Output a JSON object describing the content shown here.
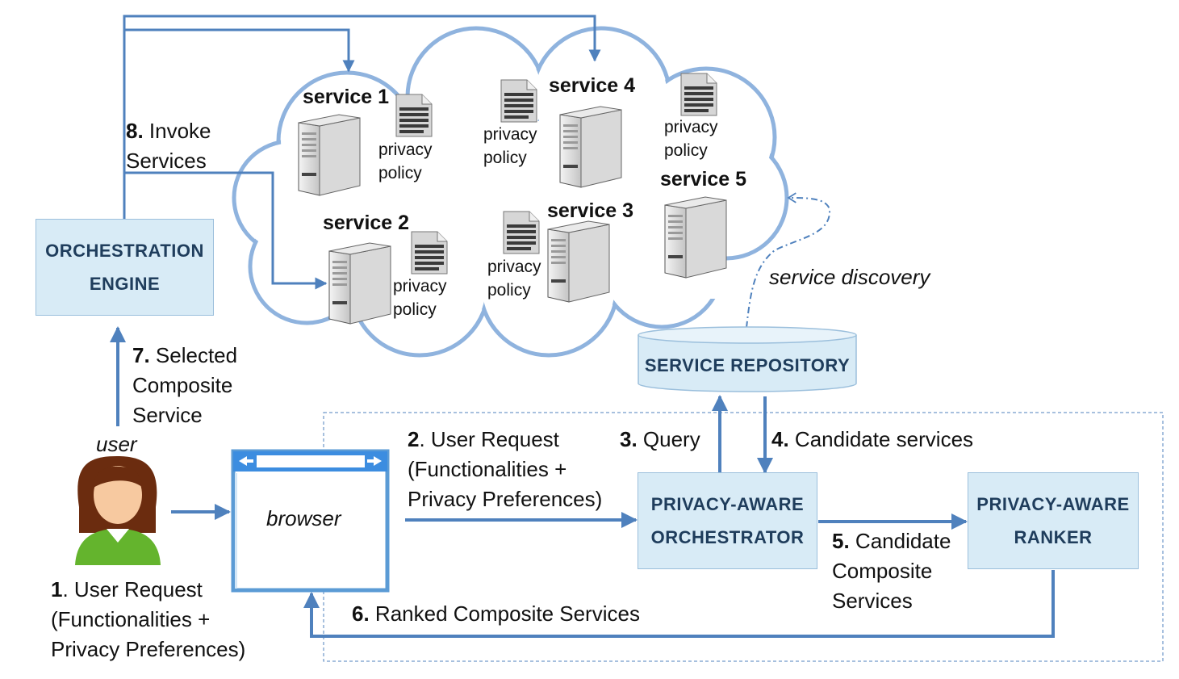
{
  "orchestration_engine": {
    "l1": "Orchestration",
    "l2": "Engine"
  },
  "service_repository": {
    "label": "Service Repository"
  },
  "orchestrator": {
    "l1": "Privacy-Aware",
    "l2": "Orchestrator"
  },
  "ranker": {
    "l1": "Privacy-Aware",
    "l2": "Ranker"
  },
  "browser": {
    "label": "browser"
  },
  "user": {
    "label": "user"
  },
  "services": [
    {
      "name": "service 1",
      "policy1": "privacy",
      "policy2": "policy"
    },
    {
      "name": "service 2",
      "policy1": "privacy",
      "policy2": "policy"
    },
    {
      "name": "service 3",
      "policy1": "privacy",
      "policy2": "policy"
    },
    {
      "name": "service 4",
      "policy1": "privacy",
      "policy2": "policy"
    },
    {
      "name": "service 5",
      "policy1": "privacy",
      "policy2": "policy"
    }
  ],
  "discovery": {
    "label": "service discovery"
  },
  "steps": {
    "s1": {
      "num": "1",
      "text": ". User Request",
      "l2": "(Functionalities +",
      "l3": "Privacy Preferences)"
    },
    "s2": {
      "num": "2",
      "text": ". User Request",
      "l2": "(Functionalities +",
      "l3": "Privacy Preferences)"
    },
    "s3": {
      "num": "3.",
      "text": " Query"
    },
    "s4": {
      "num": "4.",
      "text": " Candidate services"
    },
    "s5": {
      "num": "5.",
      "text": " Candidate",
      "l2": "Composite",
      "l3": "Services"
    },
    "s6": {
      "num": "6.",
      "text": " Ranked Composite Services"
    },
    "s7": {
      "num": "7.",
      "text": " Selected",
      "l2": "Composite",
      "l3": "Service"
    },
    "s8": {
      "num": "8.",
      "text": " Invoke",
      "l2": "Services"
    }
  }
}
